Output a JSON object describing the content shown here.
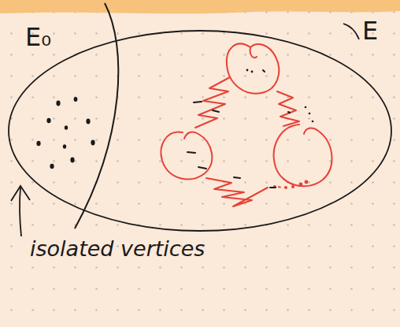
{
  "diagram": {
    "labels": [
      "E₀",
      "E",
      "isolated vertices"
    ]
  }
}
